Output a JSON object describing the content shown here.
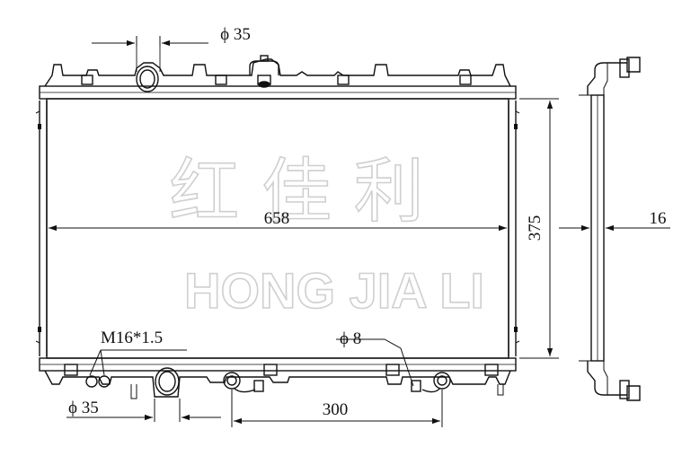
{
  "watermark": {
    "chinese": "红 佳 利",
    "english": "HONG JIA LI"
  },
  "dimensions": {
    "top_pipe_diameter": "ϕ 35",
    "core_width": "658",
    "core_height": "375",
    "core_thickness": "16",
    "drain_thread": "M16*1.5",
    "bottom_pipe_diameter": "ϕ 35",
    "oil_cooler_pipe_diameter": "ϕ 8",
    "oil_cooler_spacing": "300"
  },
  "colors": {
    "line": "#111111",
    "watermark_outline": "#cfcfcf",
    "background": "#ffffff"
  }
}
